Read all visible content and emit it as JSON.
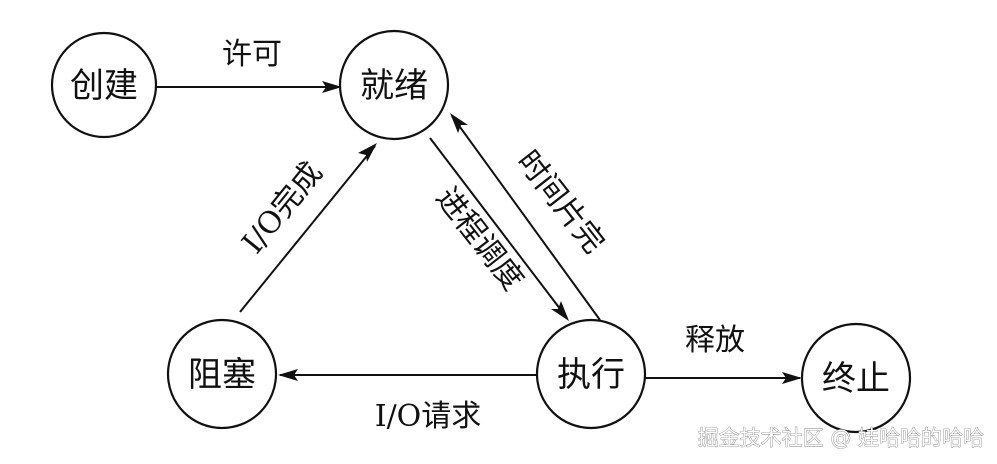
{
  "diagram": {
    "nodes": {
      "create": "创建",
      "ready": "就绪",
      "blocked": "阻塞",
      "running": "执行",
      "terminated": "终止"
    },
    "edges": {
      "create_to_ready": "许可",
      "blocked_to_ready": "I/O完成",
      "ready_to_running": "进程调度",
      "running_to_ready": "时间片完",
      "running_to_blocked": "I/O请求",
      "running_to_terminated": "释放"
    }
  },
  "watermark": "掘金技术社区 @ 娃哈哈的哈哈"
}
